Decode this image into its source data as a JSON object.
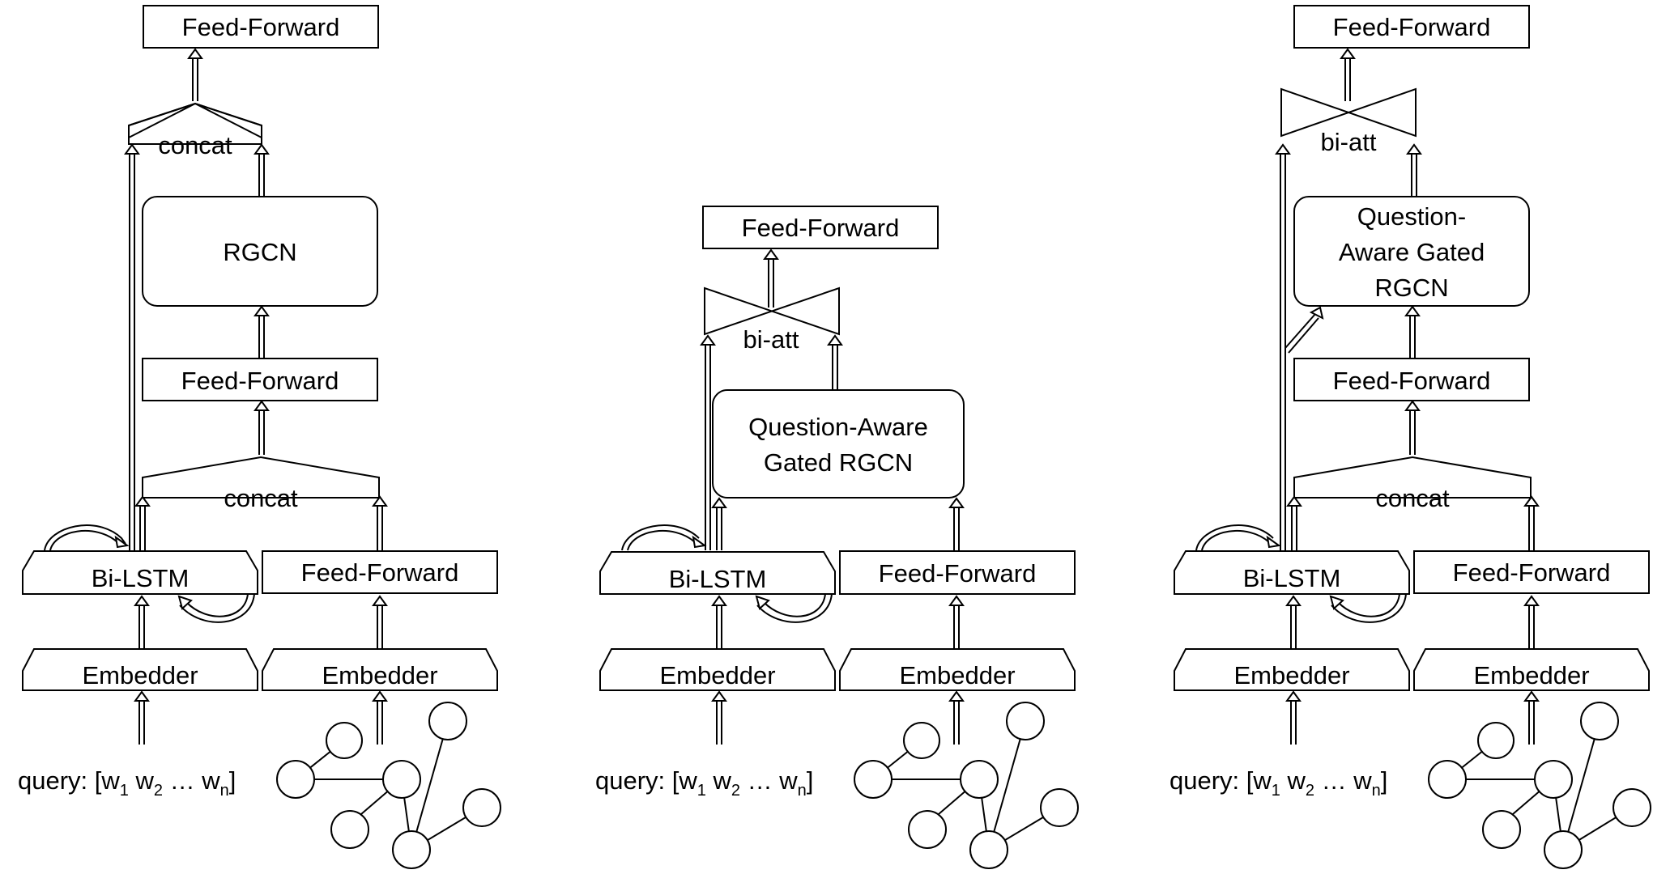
{
  "panels": [
    {
      "feed_forward_top": "Feed-Forward",
      "concat_top": "concat",
      "rgcn": "RGCN",
      "feed_forward_mid": "Feed-Forward",
      "concat_bottom": "concat",
      "bilstm": "Bi-LSTM",
      "feed_forward_side": "Feed-Forward",
      "embedder_left": "Embedder",
      "embedder_right": "Embedder",
      "query_prefix": "query: [w",
      "query_sub1": "1",
      "query_w2": " w",
      "query_sub2": "2",
      "query_mid": " … w",
      "query_subn": "n",
      "query_suffix": "]"
    },
    {
      "feed_forward_top": "Feed-Forward",
      "biatt": "bi-att",
      "qa_rgcn_line1": "Question-Aware",
      "qa_rgcn_line2": "Gated RGCN",
      "bilstm": "Bi-LSTM",
      "feed_forward_side": "Feed-Forward",
      "embedder_left": "Embedder",
      "embedder_right": "Embedder",
      "query_prefix": "query: [w",
      "query_sub1": "1",
      "query_w2": " w",
      "query_sub2": "2",
      "query_mid": " … w",
      "query_subn": "n",
      "query_suffix": "]"
    },
    {
      "feed_forward_top": "Feed-Forward",
      "biatt": "bi-att",
      "qa_rgcn_line1": "Question-",
      "qa_rgcn_line2": "Aware Gated",
      "qa_rgcn_line3": "RGCN",
      "feed_forward_mid": "Feed-Forward",
      "concat_bottom": "concat",
      "bilstm": "Bi-LSTM",
      "feed_forward_side": "Feed-Forward",
      "embedder_left": "Embedder",
      "embedder_right": "Embedder",
      "query_prefix": "query: [w",
      "query_sub1": "1",
      "query_w2": " w",
      "query_sub2": "2",
      "query_mid": " … w",
      "query_subn": "n",
      "query_suffix": "]"
    }
  ]
}
